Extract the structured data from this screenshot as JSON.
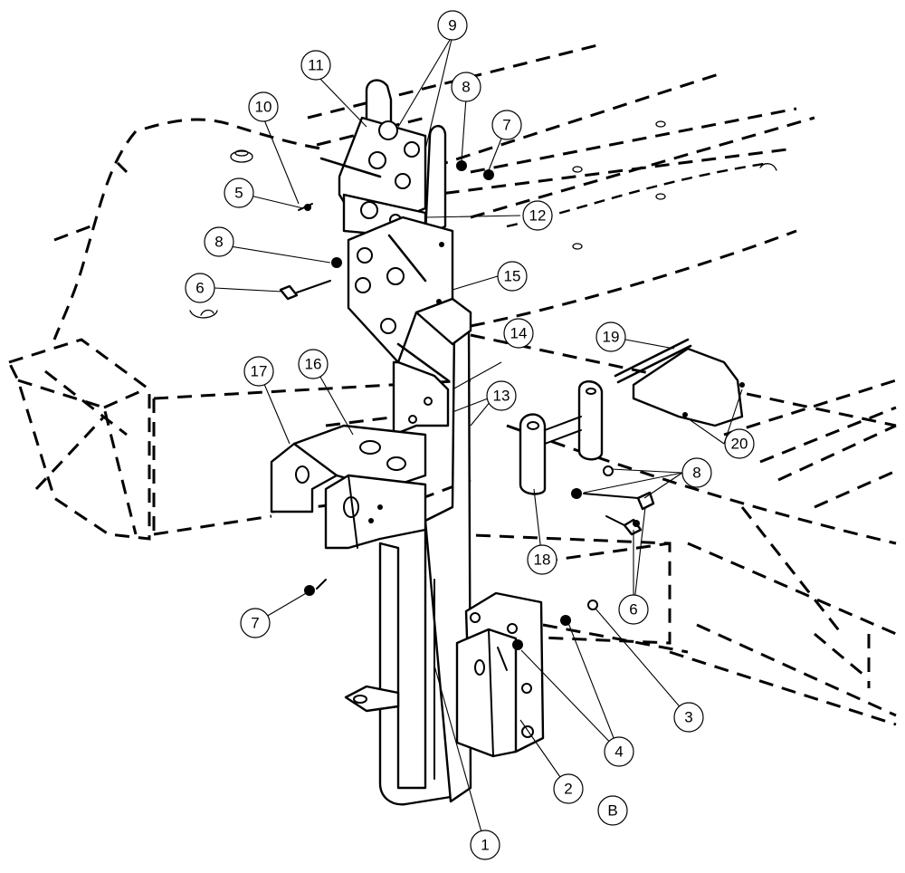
{
  "callouts": [
    {
      "id": "c1",
      "text": "1"
    },
    {
      "id": "c2",
      "text": "2"
    },
    {
      "id": "c3",
      "text": "3"
    },
    {
      "id": "c4",
      "text": "4"
    },
    {
      "id": "c5",
      "text": "5"
    },
    {
      "id": "c6a",
      "text": "6"
    },
    {
      "id": "c6b",
      "text": "6"
    },
    {
      "id": "c7a",
      "text": "7"
    },
    {
      "id": "c7b",
      "text": "7"
    },
    {
      "id": "c8a",
      "text": "8"
    },
    {
      "id": "c8b",
      "text": "8"
    },
    {
      "id": "c8c",
      "text": "8"
    },
    {
      "id": "c9",
      "text": "9"
    },
    {
      "id": "c10",
      "text": "10"
    },
    {
      "id": "c11",
      "text": "11"
    },
    {
      "id": "c12",
      "text": "12"
    },
    {
      "id": "c13",
      "text": "13"
    },
    {
      "id": "c14",
      "text": "14"
    },
    {
      "id": "c15",
      "text": "15"
    },
    {
      "id": "c16",
      "text": "16"
    },
    {
      "id": "c17",
      "text": "17"
    },
    {
      "id": "c18",
      "text": "18"
    },
    {
      "id": "c19",
      "text": "19"
    },
    {
      "id": "c20",
      "text": "20"
    },
    {
      "id": "cB",
      "text": "B"
    }
  ]
}
